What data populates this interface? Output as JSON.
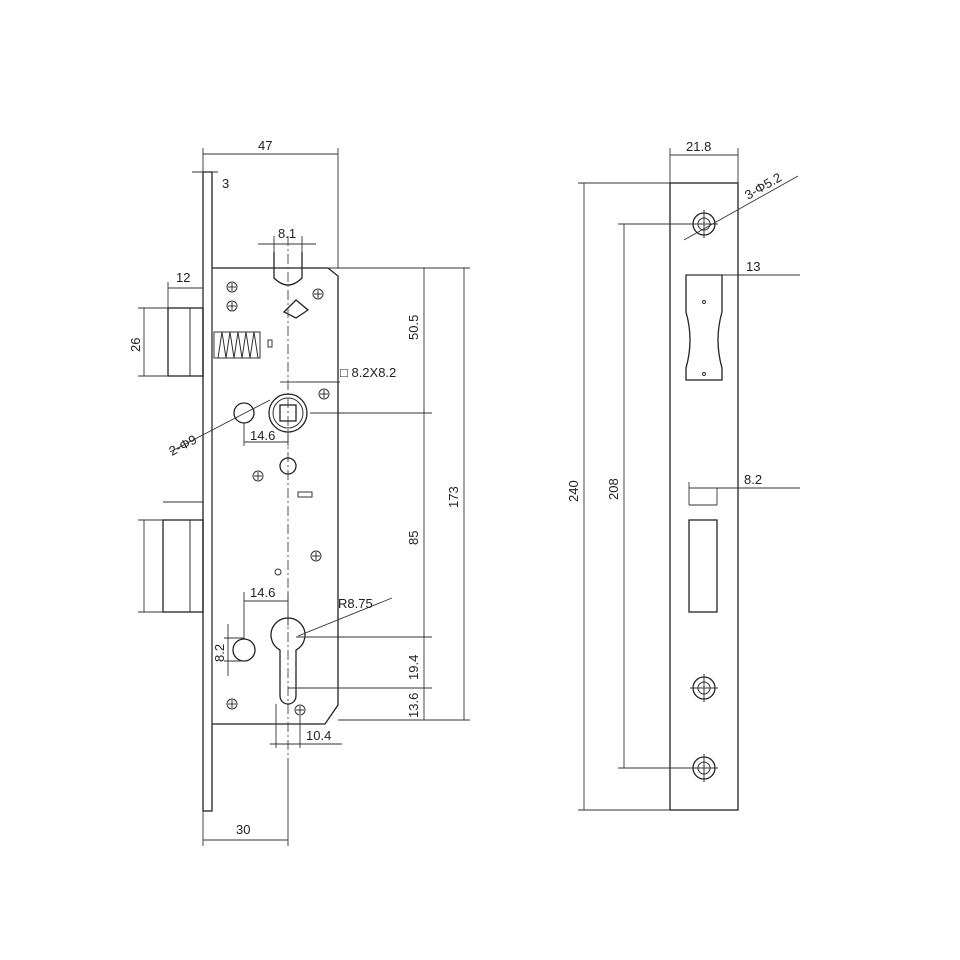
{
  "front_view": {
    "dim_overall_width": "47",
    "dim_faceplate_thickness": "3",
    "dim_latch_width": "8.1",
    "dim_latch_projection": "12",
    "dim_latch_height": "26",
    "dim_spindle_offset": "50.5",
    "dim_square_spindle": "□ 8.2X8.2",
    "dim_fixing_holes": "2-Φ9",
    "dim_hole_spacing_upper": "14.6",
    "dim_centre_distance": "85",
    "dim_overall_height": "173",
    "dim_hole_spacing_lower": "14.6",
    "dim_cylinder_radius": "R8.75",
    "dim_small_hole": "8.2",
    "dim_cylinder_height": "19.4",
    "dim_cylinder_bottom": "13.6",
    "dim_cylinder_width": "10.4",
    "dim_backset": "30"
  },
  "side_view": {
    "dim_faceplate_width": "21.8",
    "dim_screw_holes": "3-Φ5.2",
    "dim_latch_slot": "13",
    "dim_bolt_slot": "8.2",
    "dim_faceplate_length": "240",
    "dim_screw_spacing": "208"
  }
}
